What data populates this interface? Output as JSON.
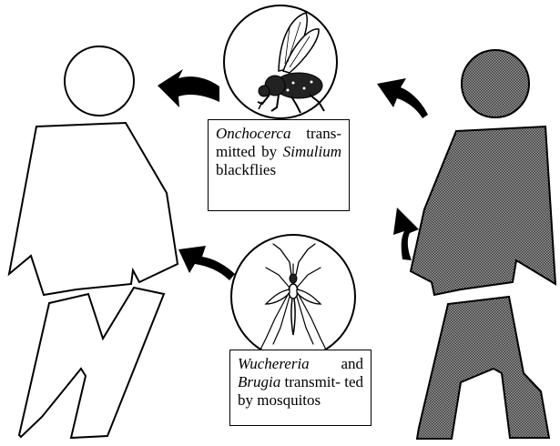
{
  "palette": {
    "stroke": "#000000",
    "page": "#ffffff",
    "infected_fill": "#7a7a7a",
    "arrow_fill": "#000000"
  },
  "figures": {
    "left_person": {
      "state": "uninfected",
      "fill": "outline only"
    },
    "right_person": {
      "state": "infected",
      "fill": "stippled grey"
    }
  },
  "vectors": {
    "blackfly": {
      "icon": "blackfly-icon",
      "caption": {
        "genus": "Onchocerca",
        "word_trans": "trans-",
        "text_mid": "mitted by",
        "vector_genus": "Simulium",
        "text_end": "blackflies"
      }
    },
    "mosquito": {
      "icon": "mosquito-icon",
      "caption": {
        "genus1": "Wuchereria",
        "and": "and",
        "genus2": "Brugia",
        "transmit": "transmit-",
        "text_end": "ted by mosquitos"
      }
    }
  },
  "arrows": [
    "curved-arrow-icon",
    "curved-arrow-icon",
    "curved-arrow-icon",
    "curved-arrow-icon"
  ]
}
